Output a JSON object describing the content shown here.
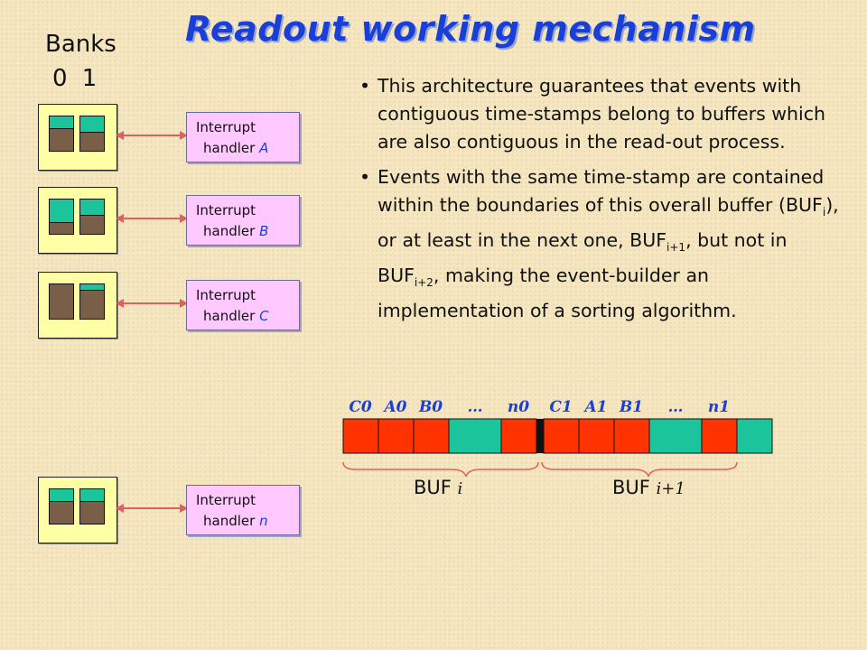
{
  "title": "Readout working mechanism",
  "banks": {
    "label": "Banks",
    "numbers": "0 1"
  },
  "bank_fill_levels": [
    {
      "bank0_top_fraction": 0.35,
      "bank1_top_fraction": 0.45
    },
    {
      "bank0_top_fraction": 0.65,
      "bank1_top_fraction": 0.45
    },
    {
      "bank0_top_fraction": 0.0,
      "bank1_top_fraction": 0.15
    },
    {
      "bank0_top_fraction": 0.35,
      "bank1_top_fraction": 0.35
    }
  ],
  "handlers": [
    {
      "line1": "Interrupt",
      "line2": "handler",
      "letter": "A"
    },
    {
      "line1": "Interrupt",
      "line2": "handler",
      "letter": "B"
    },
    {
      "line1": "Interrupt",
      "line2": "handler",
      "letter": "C"
    },
    {
      "line1": "Interrupt",
      "line2": "handler",
      "letter": "n"
    }
  ],
  "bullets": {
    "b1": "This architecture guarantees that events with contiguous time-stamps belong to buffers which are also contiguous in the read-out process.",
    "b2_part1": "Events with the same time-stamp are contained within  the boundaries of this overall buffer (BUF",
    "b2_sub1": "i",
    "b2_part2": "),  or at least in the next one, BUF",
    "b2_sub2": "i+1",
    "b2_part3": ", but not  in BUF",
    "b2_sub3": "i+2",
    "b2_part4": ", making the event-builder an implementation of a sorting algorithm."
  },
  "buffer": {
    "segment_labels": [
      "C0",
      "A0",
      "B0",
      "…",
      "n0",
      "C1",
      "A1",
      "B1",
      "…",
      "n1"
    ],
    "segment_colors": [
      "red",
      "red",
      "red",
      "green",
      "red",
      "red",
      "red",
      "red",
      "green",
      "red",
      "green"
    ],
    "buf_i_label": "BUF",
    "buf_i_sub": "i",
    "buf_i1_label": "BUF",
    "buf_i1_sub": "i+1"
  },
  "colors": {
    "title": "#1a3fd8",
    "handler_fill": "#ffc8ff",
    "bank_fill": "#ffffa6",
    "bank_top": "#1cc49b",
    "bank_bottom": "#7a5f48",
    "arrow": "#e06060",
    "segment_red": "#ff3300",
    "segment_green": "#1cc49b",
    "brace": "#e06060",
    "label_blue": "#1a3fd8"
  }
}
